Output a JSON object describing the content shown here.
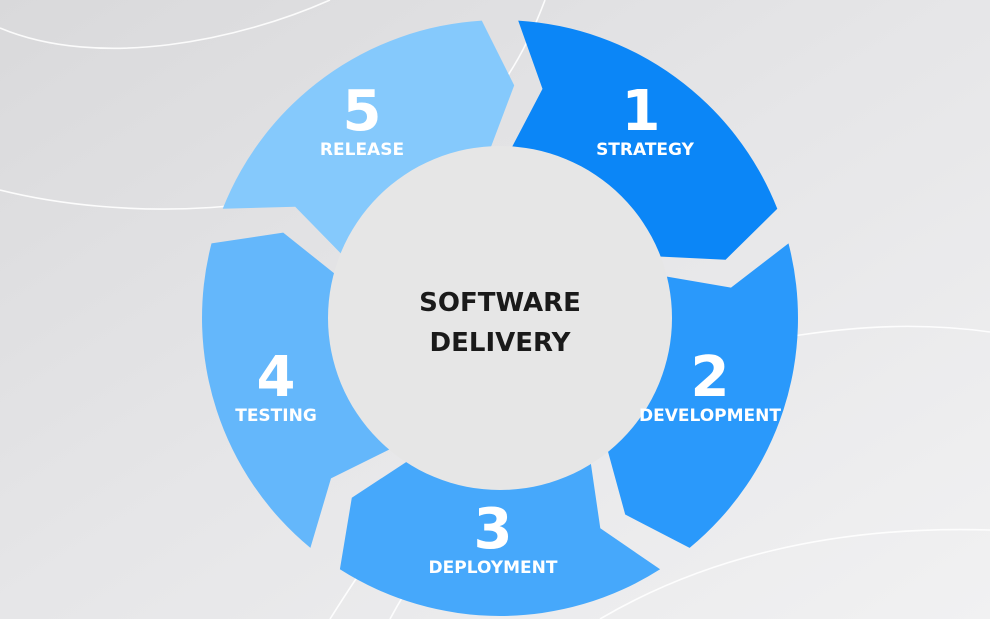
{
  "diagram": {
    "center": {
      "line1": "SOFTWARE",
      "line2": "DELIVERY"
    },
    "steps": [
      {
        "number": "1",
        "label": "STRATEGY",
        "color": "#0B86F7"
      },
      {
        "number": "2",
        "label": "DEVELOPMENT",
        "color": "#2A99FB"
      },
      {
        "number": "3",
        "label": "DEPLOYMENT",
        "color": "#46A8FB"
      },
      {
        "number": "4",
        "label": "TESTING",
        "color": "#64B7FB"
      },
      {
        "number": "5",
        "label": "RELEASE",
        "color": "#85C9FC"
      }
    ],
    "background_color": "#E4E4E6",
    "center_color": "#E6E6E6"
  }
}
